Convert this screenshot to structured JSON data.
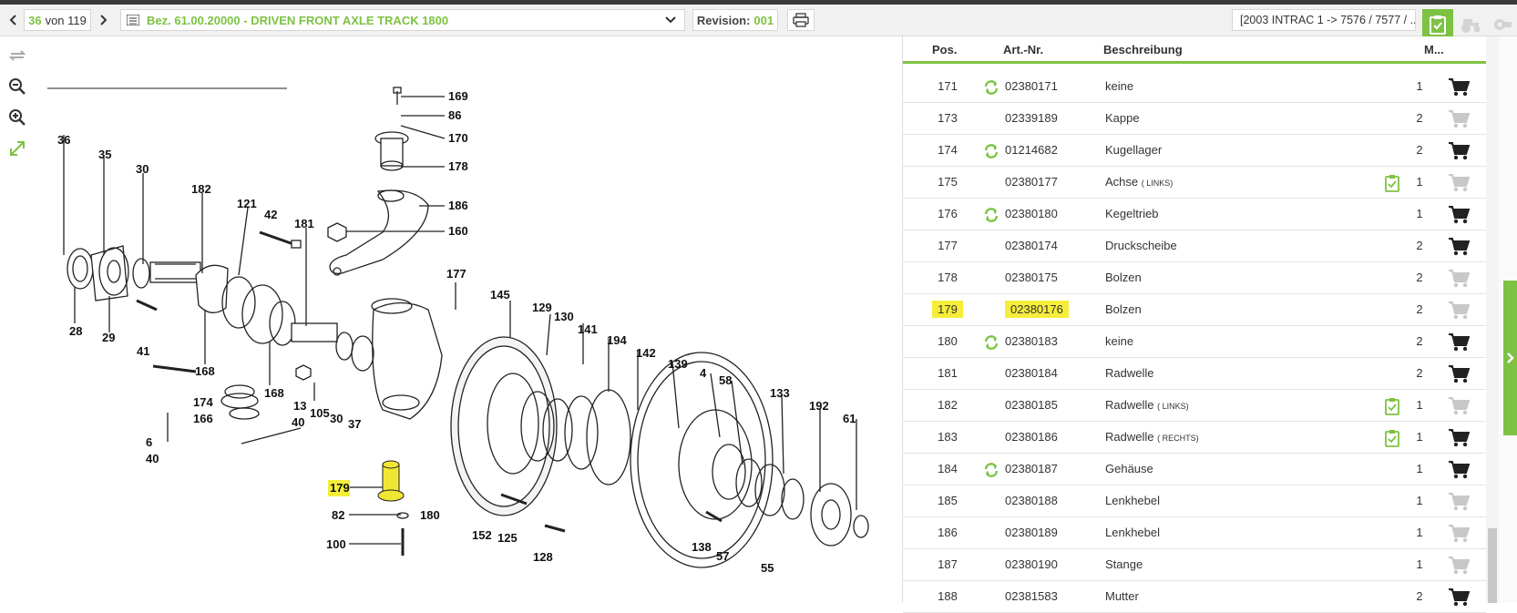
{
  "toolbar": {
    "page_current": "36",
    "page_of": "von 119",
    "title": "Bez. 61.00.20000 - DRIVEN FRONT AXLE TRACK 1800",
    "revision_label": "Revision:",
    "revision_value": "001",
    "vehicle": "[2003 INTRAC 1 -> 7576 / 7577 / ..."
  },
  "highlight_label": "179",
  "table": {
    "headers": {
      "pos": "Pos.",
      "art": "Art.-Nr.",
      "desc": "Beschreibung",
      "m": "M..."
    },
    "rows": [
      {
        "pos": "171",
        "art": "02380171",
        "desc": "keine",
        "note": "",
        "qty": "1",
        "sync": true,
        "clip": false,
        "cart": "active"
      },
      {
        "pos": "173",
        "art": "02339189",
        "desc": "Kappe",
        "note": "",
        "qty": "2",
        "sync": false,
        "clip": false,
        "cart": "inactive"
      },
      {
        "pos": "174",
        "art": "01214682",
        "desc": "Kugellager",
        "note": "",
        "qty": "2",
        "sync": true,
        "clip": false,
        "cart": "active"
      },
      {
        "pos": "175",
        "art": "02380177",
        "desc": "Achse",
        "note": "( LINKS)",
        "qty": "1",
        "sync": false,
        "clip": true,
        "cart": "inactive"
      },
      {
        "pos": "176",
        "art": "02380180",
        "desc": "Kegeltrieb",
        "note": "",
        "qty": "1",
        "sync": true,
        "clip": false,
        "cart": "active"
      },
      {
        "pos": "177",
        "art": "02380174",
        "desc": "Druckscheibe",
        "note": "",
        "qty": "2",
        "sync": false,
        "clip": false,
        "cart": "active"
      },
      {
        "pos": "178",
        "art": "02380175",
        "desc": "Bolzen",
        "note": "",
        "qty": "2",
        "sync": false,
        "clip": false,
        "cart": "inactive"
      },
      {
        "pos": "179",
        "art": "02380176",
        "desc": "Bolzen",
        "note": "",
        "qty": "2",
        "sync": false,
        "clip": false,
        "cart": "inactive",
        "highlight": true
      },
      {
        "pos": "180",
        "art": "02380183",
        "desc": "keine",
        "note": "",
        "qty": "2",
        "sync": true,
        "clip": false,
        "cart": "active"
      },
      {
        "pos": "181",
        "art": "02380184",
        "desc": "Radwelle",
        "note": "",
        "qty": "2",
        "sync": false,
        "clip": false,
        "cart": "active"
      },
      {
        "pos": "182",
        "art": "02380185",
        "desc": "Radwelle",
        "note": "( LINKS)",
        "qty": "1",
        "sync": false,
        "clip": true,
        "cart": "inactive"
      },
      {
        "pos": "183",
        "art": "02380186",
        "desc": "Radwelle",
        "note": "( RECHTS)",
        "qty": "1",
        "sync": false,
        "clip": true,
        "cart": "active"
      },
      {
        "pos": "184",
        "art": "02380187",
        "desc": "Gehäuse",
        "note": "",
        "qty": "1",
        "sync": true,
        "clip": false,
        "cart": "active"
      },
      {
        "pos": "185",
        "art": "02380188",
        "desc": "Lenkhebel",
        "note": "",
        "qty": "1",
        "sync": false,
        "clip": false,
        "cart": "inactive"
      },
      {
        "pos": "186",
        "art": "02380189",
        "desc": "Lenkhebel",
        "note": "",
        "qty": "1",
        "sync": false,
        "clip": false,
        "cart": "inactive"
      },
      {
        "pos": "187",
        "art": "02380190",
        "desc": "Stange",
        "note": "",
        "qty": "1",
        "sync": false,
        "clip": false,
        "cart": "inactive"
      },
      {
        "pos": "188",
        "art": "02381583",
        "desc": "Mutter",
        "note": "",
        "qty": "2",
        "sync": false,
        "clip": false,
        "cart": "active"
      }
    ]
  },
  "drawing_labels": [
    "169",
    "86",
    "170",
    "178",
    "186",
    "160",
    "177",
    "36",
    "35",
    "30",
    "182",
    "121",
    "42",
    "181",
    "28",
    "29",
    "41",
    "168",
    "6",
    "40",
    "174",
    "166",
    "168",
    "13",
    "105",
    "30",
    "37",
    "40",
    "145",
    "129",
    "130",
    "141",
    "194",
    "142",
    "139",
    "4",
    "58",
    "133",
    "192",
    "61",
    "179",
    "82",
    "100",
    "180",
    "152",
    "125",
    "128",
    "138",
    "57",
    "55"
  ],
  "colors": {
    "accent": "#7dc242",
    "highlight": "#f5ed3a",
    "cart_active": "#222222",
    "cart_inactive": "#c8c8c8"
  }
}
